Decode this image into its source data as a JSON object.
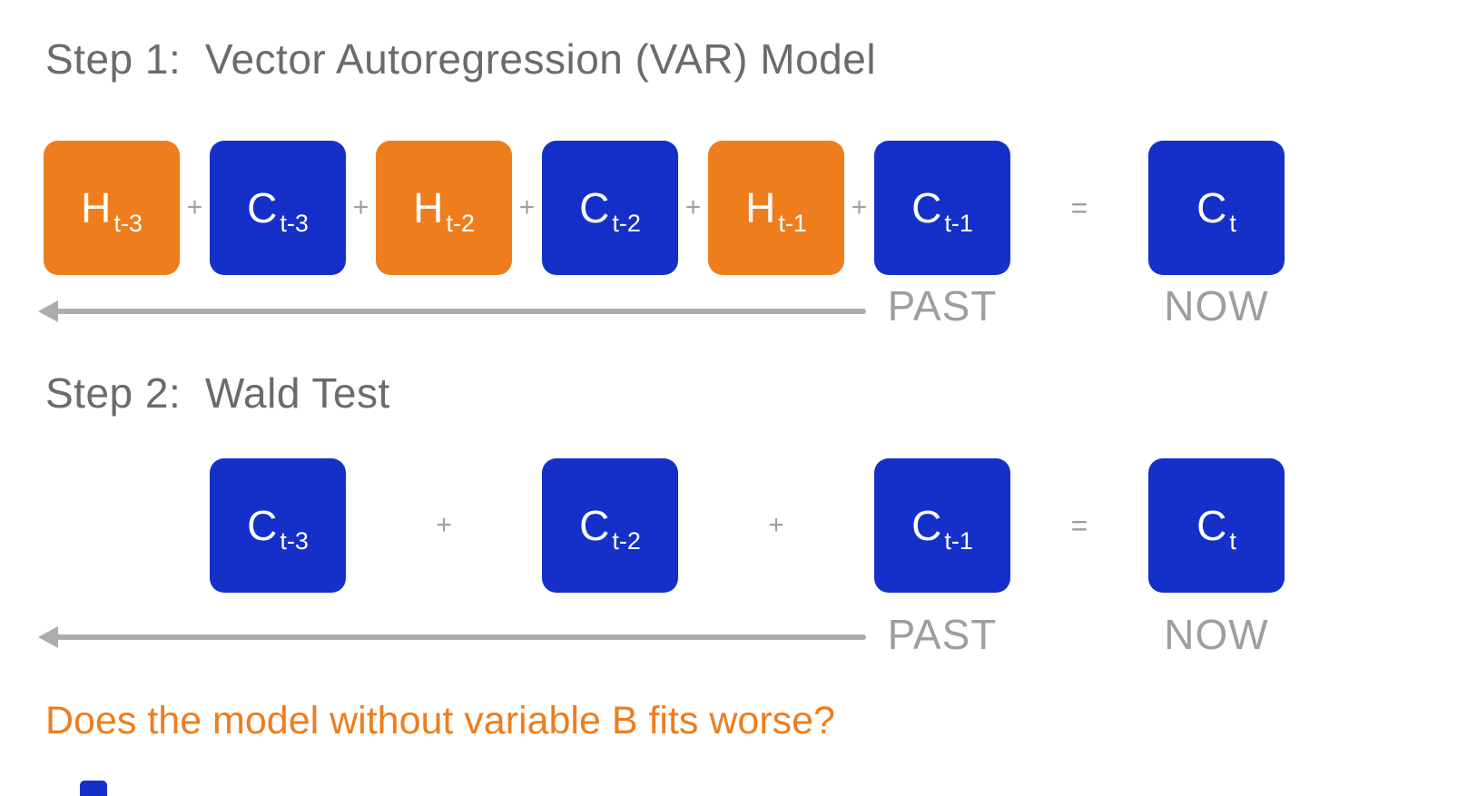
{
  "step1": {
    "title": "Step 1:  Vector Autoregression (VAR) Model",
    "boxes": [
      {
        "letter": "H",
        "sub": "t-3",
        "color": "#ee7d1e"
      },
      {
        "letter": "C",
        "sub": "t-3",
        "color": "#1430c8"
      },
      {
        "letter": "H",
        "sub": "t-2",
        "color": "#ee7d1e"
      },
      {
        "letter": "C",
        "sub": "t-2",
        "color": "#1430c8"
      },
      {
        "letter": "H",
        "sub": "t-1",
        "color": "#ee7d1e"
      },
      {
        "letter": "C",
        "sub": "t-1",
        "color": "#1430c8"
      }
    ],
    "result": {
      "letter": "C",
      "sub": "t",
      "color": "#1430c8"
    },
    "timeline": {
      "past": "PAST",
      "now": "NOW"
    }
  },
  "step2": {
    "title": "Step 2:  Wald Test",
    "boxes": [
      {
        "letter": "C",
        "sub": "t-3",
        "color": "#1430c8"
      },
      {
        "letter": "C",
        "sub": "t-2",
        "color": "#1430c8"
      },
      {
        "letter": "C",
        "sub": "t-1",
        "color": "#1430c8"
      }
    ],
    "result": {
      "letter": "C",
      "sub": "t",
      "color": "#1430c8"
    },
    "timeline": {
      "past": "PAST",
      "now": "NOW"
    }
  },
  "operators": {
    "plus": "+",
    "equals": "="
  },
  "question": "Does the model without variable B fits worse?",
  "colors": {
    "box_orange": "#ee7d1e",
    "box_blue": "#1430c8",
    "title_gray": "#6b6b6b",
    "timeline_gray": "#9e9e9e",
    "arrow_gray": "#acacac",
    "question_orange": "#ee7d1e",
    "background": "#ffffff"
  }
}
